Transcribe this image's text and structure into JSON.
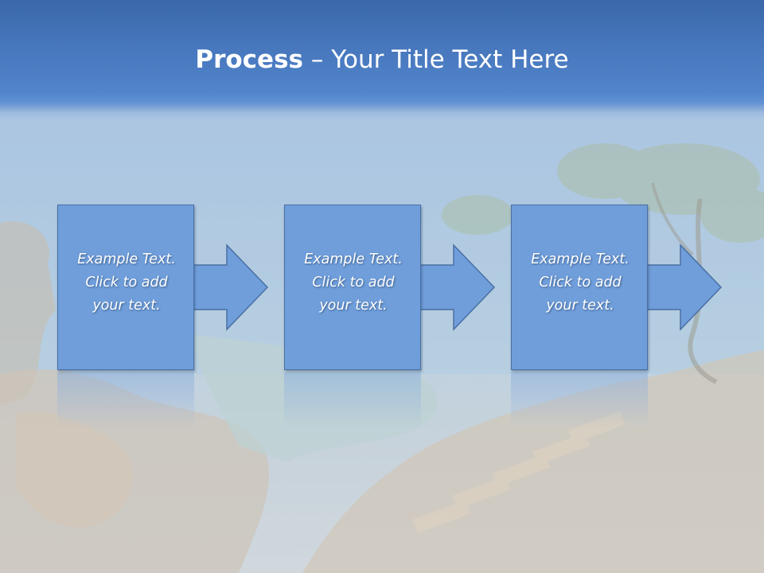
{
  "slide": {
    "title_bold": "Process",
    "title_rest": " – Your Title Text Here",
    "steps": [
      {
        "text": "Example Text.\nClick  to add\nyour text."
      },
      {
        "text": "Example Text.\nClick  to add\nyour text."
      },
      {
        "text": "Example Text.\nClick  to add\nyour text."
      }
    ]
  },
  "colors": {
    "title_band": "#4777bd",
    "box_fill": "#6f9edb",
    "box_border": "#4a6fa3",
    "text": "#ffffff"
  }
}
